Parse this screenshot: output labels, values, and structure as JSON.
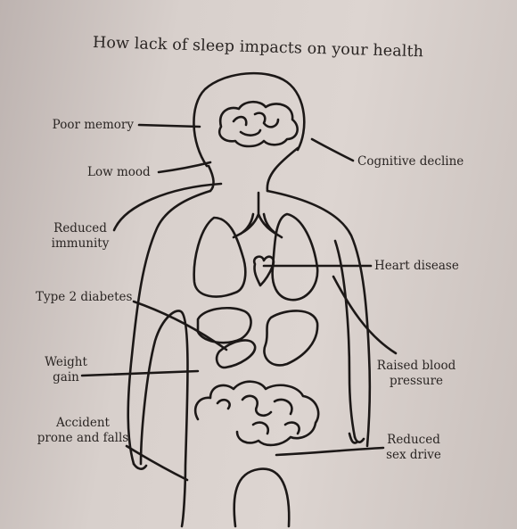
{
  "title": "How lack of sleep impacts on your health",
  "labels": {
    "poor_memory": "Poor memory",
    "low_mood": "Low mood",
    "reduced_immunity": [
      "Reduced",
      "immunity"
    ],
    "type2_diabetes": "Type 2 diabetes",
    "weight_gain": [
      "Weight",
      "gain"
    ],
    "accident": [
      "Accident",
      "prone and falls"
    ],
    "cognitive_decline": "Cognitive decline",
    "heart_disease": "Heart disease",
    "raised_bp": [
      "Raised blood",
      "pressure"
    ],
    "reduced_sex_drive": [
      "Reduced",
      "sex drive"
    ]
  }
}
